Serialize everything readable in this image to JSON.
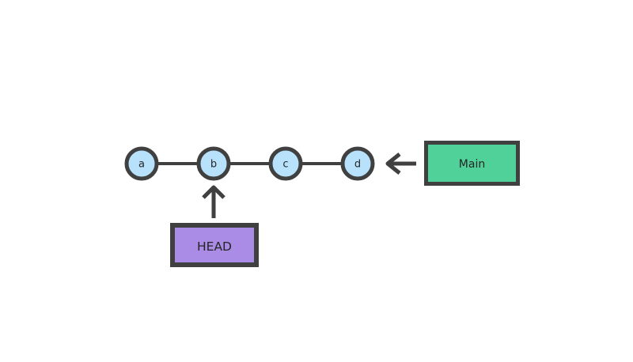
{
  "diagram": {
    "title": "git-commit-history-diagram",
    "nodes": [
      {
        "label": "a"
      },
      {
        "label": "b"
      },
      {
        "label": "c"
      },
      {
        "label": "d"
      }
    ],
    "branch_label": "Main",
    "head_label": "HEAD"
  },
  "icons": {
    "main_pointer": "arrow-left-icon",
    "head_pointer": "arrow-up-icon"
  },
  "colors": {
    "background": "#ffffff",
    "stroke": "#404040",
    "node_fill": "#b8e2fb",
    "branch_fill": "#50d19a",
    "head_fill": "#aa8ce6",
    "text": "#252525"
  }
}
